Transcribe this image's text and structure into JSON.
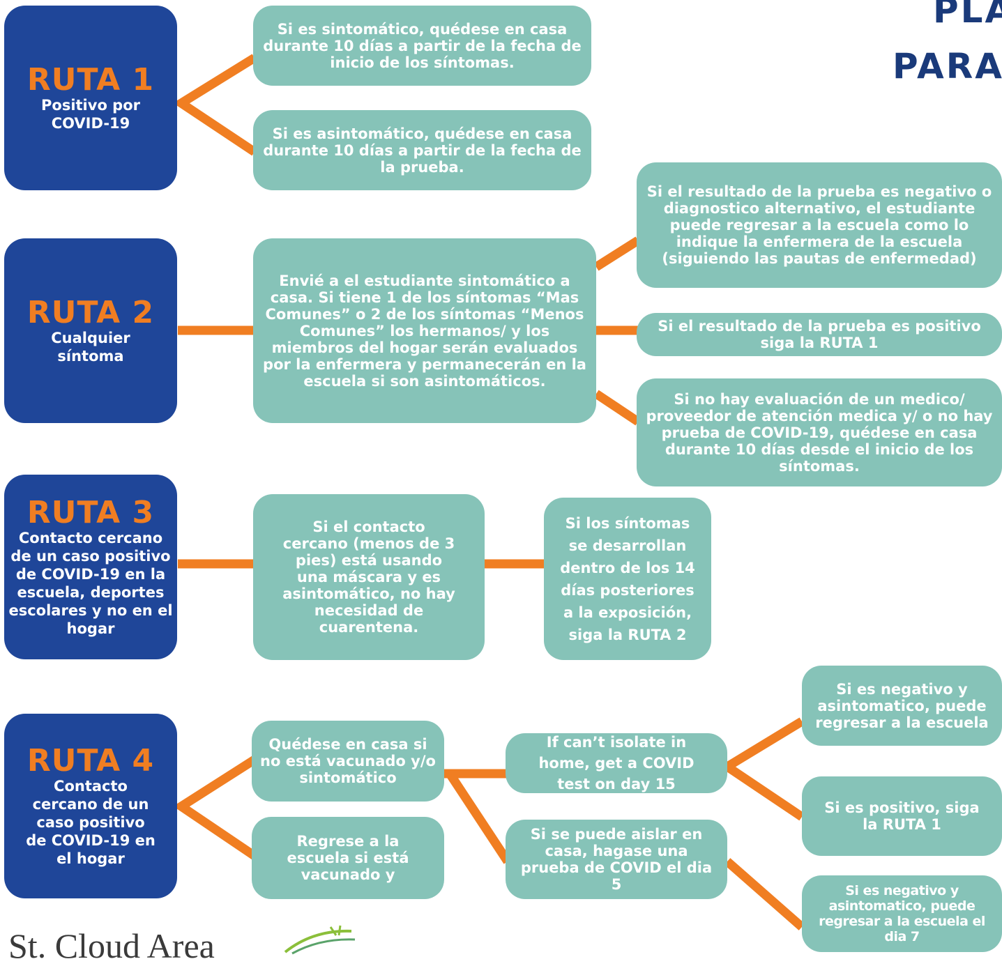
{
  "title": {
    "line1": "PLA",
    "line2": "PARA"
  },
  "routes": [
    {
      "label": "RUTA 1",
      "desc": "Positivo por COVID-19"
    },
    {
      "label": "RUTA 2",
      "desc": "Cualquier síntoma"
    },
    {
      "label": "RUTA 3",
      "desc": "Contacto cercano de un caso positivo de COVID-19 en la escuela, deportes escolares y no en el hogar"
    },
    {
      "label": "RUTA 4",
      "desc": "Contacto cercano de un caso positivo de COVID-19 en el hogar"
    }
  ],
  "route1": {
    "symptomatic": "Si es sintomático, quédese en casa durante 10 días a partir de la fecha de inicio de los síntomas.",
    "asymptomatic": "Si es asintomático, quédese en casa durante 10 días a partir de la fecha de la prueba."
  },
  "route2": {
    "main": "Envié a el estudiante sintomático a casa. Si tiene 1 de los síntomas “Mas Comunes” o 2 de los síntomas “Menos Comunes” los hermanos/ y los miembros del hogar serán evaluados por la enfermera y permanecerán en la escuela si son asintomáticos.",
    "negative": "Si el resultado de la prueba es negativo o diagnostico alternativo, el estudiante puede regresar a la escuela como lo indique la enfermera de la escuela (siguiendo las pautas de enfermedad)",
    "positive": "Si el resultado de la prueba es positivo siga la RUTA 1",
    "no_eval": "Si no hay evaluación de un medico/ proveedor de atención medica y/ o no hay prueba de COVID-19, quédese en casa durante 10 días desde el inicio de los síntomas."
  },
  "route3": {
    "contact": "Si el contacto cercano (menos de 3 pies) está usando una máscara y es asintomático, no hay necesidad de cuarentena.",
    "symptoms": "Si los síntomas se desarrollan dentro de los 14 días posteriores a la exposición, siga la RUTA 2"
  },
  "route4": {
    "stay_home": "Quédese en casa si no está vacunado y/o sintomático",
    "return": "Regrese a la escuela si está vacunado y",
    "cant_isolate": "If can’t isolate in home, get a COVID test on day 15",
    "can_isolate": "Si se puede aislar en casa, hagase una prueba de COVID el dia 5",
    "negative_return": "Si es negativo y asintomatico, puede regresar a la escuela",
    "positive": "Si es positivo, siga la RUTA 1",
    "negative_day7": "Si es negativo y asintomatico, puede regresar a la escuela el dia 7"
  },
  "logo": {
    "text": "St. Cloud Area"
  },
  "colors": {
    "route_bg": "#1f4699",
    "route_label": "#f07e22",
    "box_bg": "#86c3b8",
    "connector": "#f07e22",
    "title": "#1a3a7a"
  }
}
